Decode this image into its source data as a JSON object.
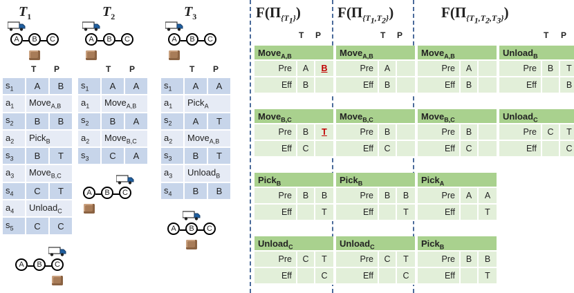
{
  "traces": [
    {
      "title_base": "T",
      "title_sub": "1",
      "header": [
        "T",
        "P"
      ],
      "rows": [
        {
          "kind": "s",
          "name": "s",
          "sub": "1",
          "c1": "A",
          "c2": "B"
        },
        {
          "kind": "a",
          "name": "a",
          "sub": "1",
          "action": "Move",
          "action_sub": "A,B"
        },
        {
          "kind": "s",
          "name": "s",
          "sub": "2",
          "c1": "B",
          "c2": "B"
        },
        {
          "kind": "a",
          "name": "a",
          "sub": "2",
          "action": "Pick",
          "action_sub": "B"
        },
        {
          "kind": "s",
          "name": "s",
          "sub": "3",
          "c1": "B",
          "c2": "T"
        },
        {
          "kind": "a",
          "name": "a",
          "sub": "3",
          "action": "Move",
          "action_sub": "B,C"
        },
        {
          "kind": "s",
          "name": "s",
          "sub": "4",
          "c1": "C",
          "c2": "T"
        },
        {
          "kind": "a",
          "name": "a",
          "sub": "4",
          "action": "Unload",
          "action_sub": "C"
        },
        {
          "kind": "s",
          "name": "s",
          "sub": "5",
          "c1": "C",
          "c2": "C"
        }
      ]
    },
    {
      "title_base": "T",
      "title_sub": "2",
      "header": [
        "T",
        "P"
      ],
      "rows": [
        {
          "kind": "s",
          "name": "s",
          "sub": "1",
          "c1": "A",
          "c2": "A"
        },
        {
          "kind": "a",
          "name": "a",
          "sub": "1",
          "action": "Move",
          "action_sub": "A,B"
        },
        {
          "kind": "s",
          "name": "s",
          "sub": "2",
          "c1": "B",
          "c2": "A"
        },
        {
          "kind": "a",
          "name": "a",
          "sub": "2",
          "action": "Move",
          "action_sub": "B,C"
        },
        {
          "kind": "s",
          "name": "s",
          "sub": "3",
          "c1": "C",
          "c2": "A"
        }
      ]
    },
    {
      "title_base": "T",
      "title_sub": "3",
      "header": [
        "T",
        "P"
      ],
      "rows": [
        {
          "kind": "s",
          "name": "s",
          "sub": "1",
          "c1": "A",
          "c2": "A"
        },
        {
          "kind": "a",
          "name": "a",
          "sub": "1",
          "action": "Pick",
          "action_sub": "A"
        },
        {
          "kind": "s",
          "name": "s",
          "sub": "2",
          "c1": "A",
          "c2": "T"
        },
        {
          "kind": "a",
          "name": "a",
          "sub": "2",
          "action": "Move",
          "action_sub": "A,B"
        },
        {
          "kind": "s",
          "name": "s",
          "sub": "3",
          "c1": "B",
          "c2": "T"
        },
        {
          "kind": "a",
          "name": "a",
          "sub": "3",
          "action": "Unload",
          "action_sub": "B"
        },
        {
          "kind": "s",
          "name": "s",
          "sub": "4",
          "c1": "B",
          "c2": "B"
        }
      ]
    }
  ],
  "node_labels": [
    "A",
    "B",
    "C"
  ],
  "models": [
    {
      "head_prefix": "F(Π",
      "head_sub": "{T",
      "head_sub_parts": [
        "1"
      ],
      "header": [
        "T",
        "P"
      ],
      "blocks": [
        {
          "action": "Move",
          "sub": "A,B",
          "rows": [
            {
              "label": "Pre",
              "c1": "A",
              "c2": "B",
              "c2_red": true
            },
            {
              "label": "Eff",
              "c1": "B",
              "c2": ""
            }
          ]
        },
        {
          "action": "Move",
          "sub": "B,C",
          "rows": [
            {
              "label": "Pre",
              "c1": "B",
              "c2": "T",
              "c2_red": true
            },
            {
              "label": "Eff",
              "c1": "C",
              "c2": ""
            }
          ]
        },
        {
          "action": "Pick",
          "sub": "B",
          "rows": [
            {
              "label": "Pre",
              "c1": "B",
              "c2": "B"
            },
            {
              "label": "Eff",
              "c1": "",
              "c2": "T"
            }
          ]
        },
        {
          "action": "Unload",
          "sub": "C",
          "rows": [
            {
              "label": "Pre",
              "c1": "C",
              "c2": "T"
            },
            {
              "label": "Eff",
              "c1": "",
              "c2": "C"
            }
          ]
        }
      ]
    },
    {
      "head_prefix": "F(Π",
      "header": [
        "T",
        "P"
      ],
      "blocks": [
        {
          "action": "Move",
          "sub": "A,B",
          "rows": [
            {
              "label": "Pre",
              "c1": "A",
              "c2": ""
            },
            {
              "label": "Eff",
              "c1": "B",
              "c2": ""
            }
          ]
        },
        {
          "action": "Move",
          "sub": "B,C",
          "rows": [
            {
              "label": "Pre",
              "c1": "B",
              "c2": ""
            },
            {
              "label": "Eff",
              "c1": "C",
              "c2": ""
            }
          ]
        },
        {
          "action": "Pick",
          "sub": "B",
          "rows": [
            {
              "label": "Pre",
              "c1": "B",
              "c2": "B"
            },
            {
              "label": "Eff",
              "c1": "",
              "c2": "T"
            }
          ]
        },
        {
          "action": "Unload",
          "sub": "C",
          "rows": [
            {
              "label": "Pre",
              "c1": "C",
              "c2": "T"
            },
            {
              "label": "Eff",
              "c1": "",
              "c2": "C"
            }
          ]
        }
      ]
    },
    {
      "head_prefix": "F(Π",
      "header": [
        "T",
        "P"
      ],
      "blocks": [
        {
          "action": "Move",
          "sub": "A,B",
          "rows": [
            {
              "label": "Pre",
              "c1": "A",
              "c2": ""
            },
            {
              "label": "Eff",
              "c1": "B",
              "c2": ""
            }
          ]
        },
        {
          "action": "Move",
          "sub": "B,C",
          "rows": [
            {
              "label": "Pre",
              "c1": "B",
              "c2": ""
            },
            {
              "label": "Eff",
              "c1": "C",
              "c2": ""
            }
          ]
        },
        {
          "action": "Pick",
          "sub": "A",
          "rows": [
            {
              "label": "Pre",
              "c1": "A",
              "c2": "A"
            },
            {
              "label": "Eff",
              "c1": "",
              "c2": "T"
            }
          ]
        },
        {
          "action": "Pick",
          "sub": "B",
          "rows": [
            {
              "label": "Pre",
              "c1": "B",
              "c2": "B"
            },
            {
              "label": "Eff",
              "c1": "",
              "c2": "T"
            }
          ]
        },
        {
          "action": "Unload",
          "sub": "B",
          "rows": [
            {
              "label": "Pre",
              "c1": "B",
              "c2": "T"
            },
            {
              "label": "Eff",
              "c1": "",
              "c2": "B"
            }
          ]
        },
        {
          "action": "Unload",
          "sub": "C",
          "rows": [
            {
              "label": "Pre",
              "c1": "C",
              "c2": "T"
            },
            {
              "label": "Eff",
              "c1": "",
              "c2": "C"
            }
          ]
        }
      ]
    }
  ],
  "headings": {
    "m1": {
      "prefix": "F(Π",
      "close": ")",
      "sub_t": "T",
      "sub_1": "1"
    },
    "m2": {
      "prefix": "F(Π",
      "close": ")",
      "sub_t": "T",
      "sub_1": "1",
      "sub_2": "2"
    },
    "m3": {
      "prefix": "F(Π",
      "close": ")",
      "sub_t": "T",
      "sub_1": "1",
      "sub_2": "2",
      "sub_3": "3"
    }
  },
  "colors": {
    "state_row": "#c7d5ea",
    "action_row": "#e6ebf5",
    "block_head": "#a9d18e",
    "block_row": "#e2efd9",
    "error": "#c00000",
    "divider": "#4a6a9a"
  },
  "icons": [
    "truck-icon",
    "package-icon"
  ]
}
